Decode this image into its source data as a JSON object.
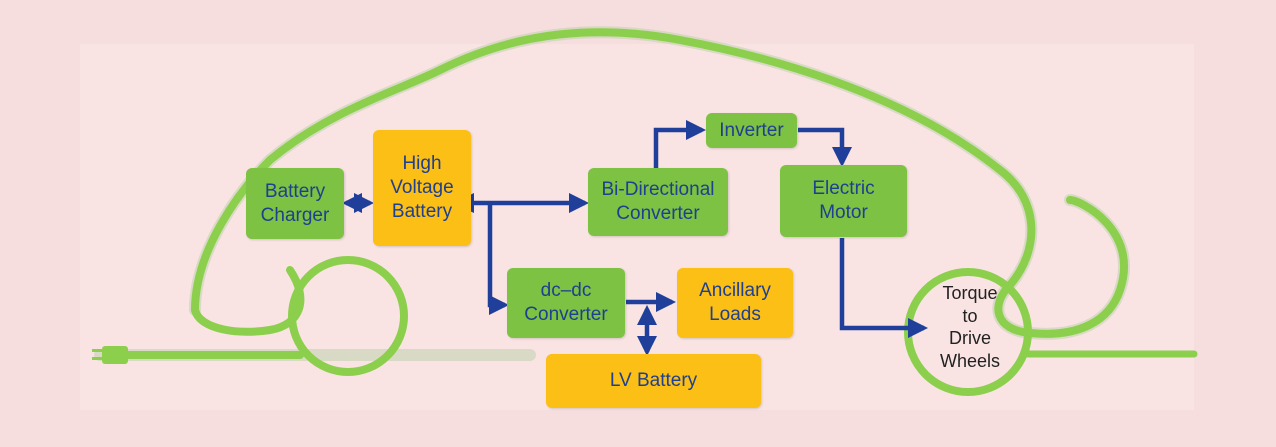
{
  "diagram": {
    "nodes": {
      "battery_charger": "Battery\nCharger",
      "high_voltage_battery": "High\nVoltage\nBattery",
      "bidirectional_converter": "Bi-Directional\nConverter",
      "inverter": "Inverter",
      "electric_motor": "Electric\nMotor",
      "dcdc_converter": "dc–dc\nConverter",
      "ancillary_loads": "Ancillary\nLoads",
      "lv_battery": "LV Battery",
      "torque_label": "Torque\nto\nDrive\nWheels"
    },
    "edges": [
      {
        "from": "battery_charger",
        "to": "high_voltage_battery",
        "direction": "bidirectional"
      },
      {
        "from": "high_voltage_battery",
        "to": "bidirectional_converter",
        "direction": "bidirectional"
      },
      {
        "from": "high_voltage_battery",
        "to": "dcdc_converter",
        "direction": "forward"
      },
      {
        "from": "bidirectional_converter",
        "to": "inverter",
        "direction": "forward"
      },
      {
        "from": "inverter",
        "to": "electric_motor",
        "direction": "forward"
      },
      {
        "from": "electric_motor",
        "to": "torque_label",
        "direction": "forward"
      },
      {
        "from": "dcdc_converter",
        "to": "ancillary_loads",
        "direction": "forward"
      },
      {
        "from": "dcdc_converter",
        "to": "lv_battery",
        "direction": "bidirectional"
      }
    ],
    "colors": {
      "block_green": "#7dc242",
      "block_orange": "#fcbf15",
      "arrow_blue": "#1f3f9a",
      "car_outline_green": "#8ccf4d",
      "text_blue": "#1f3f8f",
      "background": "#f5dedd"
    },
    "icons": [
      "charging-plug-icon"
    ]
  }
}
